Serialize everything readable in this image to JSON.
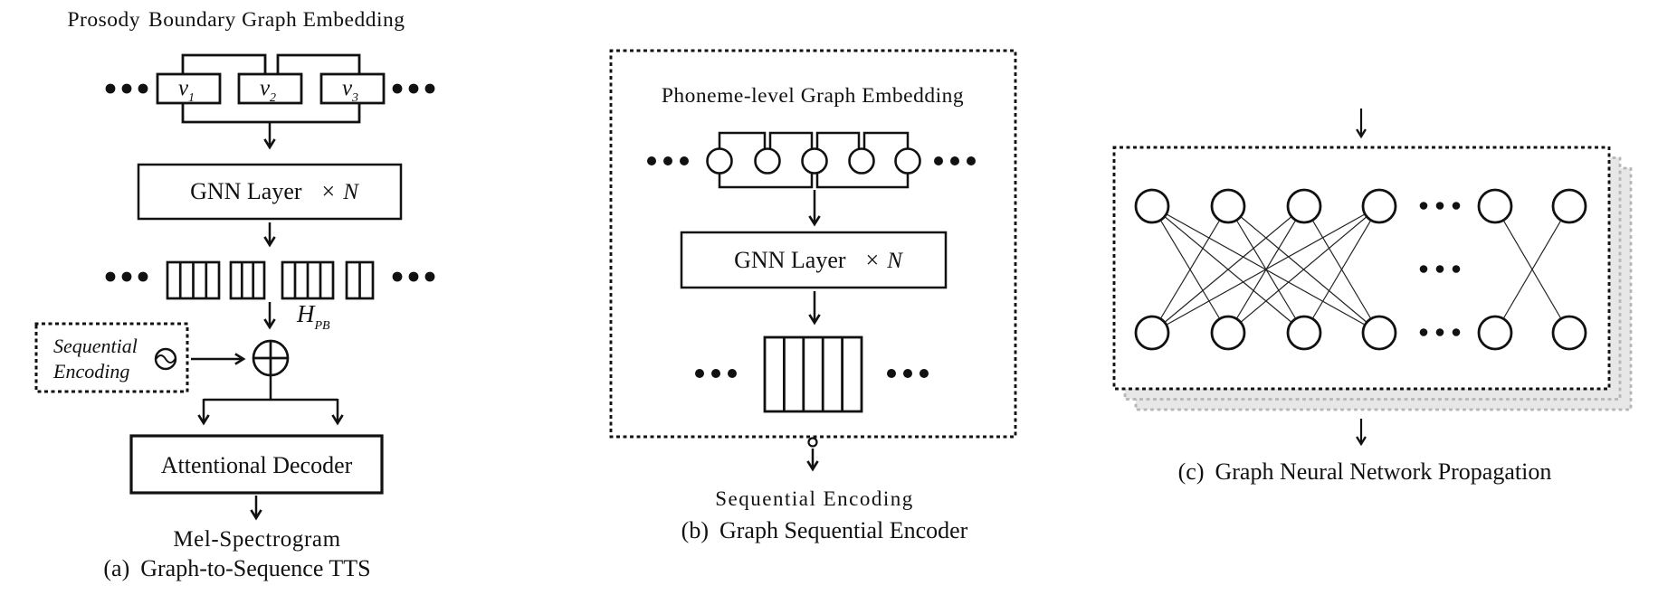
{
  "colors": {
    "ink": "#111111",
    "edge_line": "#222222",
    "sheet_fill": "#e7e7e7",
    "sheet_border": "#b5b5b5",
    "background": "#ffffff"
  },
  "panel_a": {
    "title_parts": [
      "Prosody",
      "Boundary Graph Embedding"
    ],
    "nodes": [
      {
        "base": "v",
        "sub": "1"
      },
      {
        "base": "v",
        "sub": "2"
      },
      {
        "base": "v",
        "sub": "3"
      }
    ],
    "gnn_box": {
      "label": "GNN Layer",
      "times": "×",
      "repeat": "N"
    },
    "hidden_state": {
      "base": "H",
      "sub": "PB"
    },
    "sequential_encoding": {
      "line1": "Sequential",
      "line2": "Encoding"
    },
    "decoder_label": "Attentional Decoder",
    "output_label": "Mel-Spectrogram",
    "caption": {
      "prefix": "(a)",
      "text": "Graph-to-Sequence TTS"
    }
  },
  "panel_b": {
    "title": "Phoneme-level Graph Embedding",
    "gnn_box": {
      "label": "GNN Layer",
      "times": "×",
      "repeat": "N"
    },
    "output_label": "Sequential Encoding",
    "caption": {
      "prefix": "(b)",
      "text": "Graph Sequential Encoder"
    }
  },
  "panel_c": {
    "caption": {
      "prefix": "(c)",
      "text": "Graph Neural Network Propagation"
    }
  }
}
